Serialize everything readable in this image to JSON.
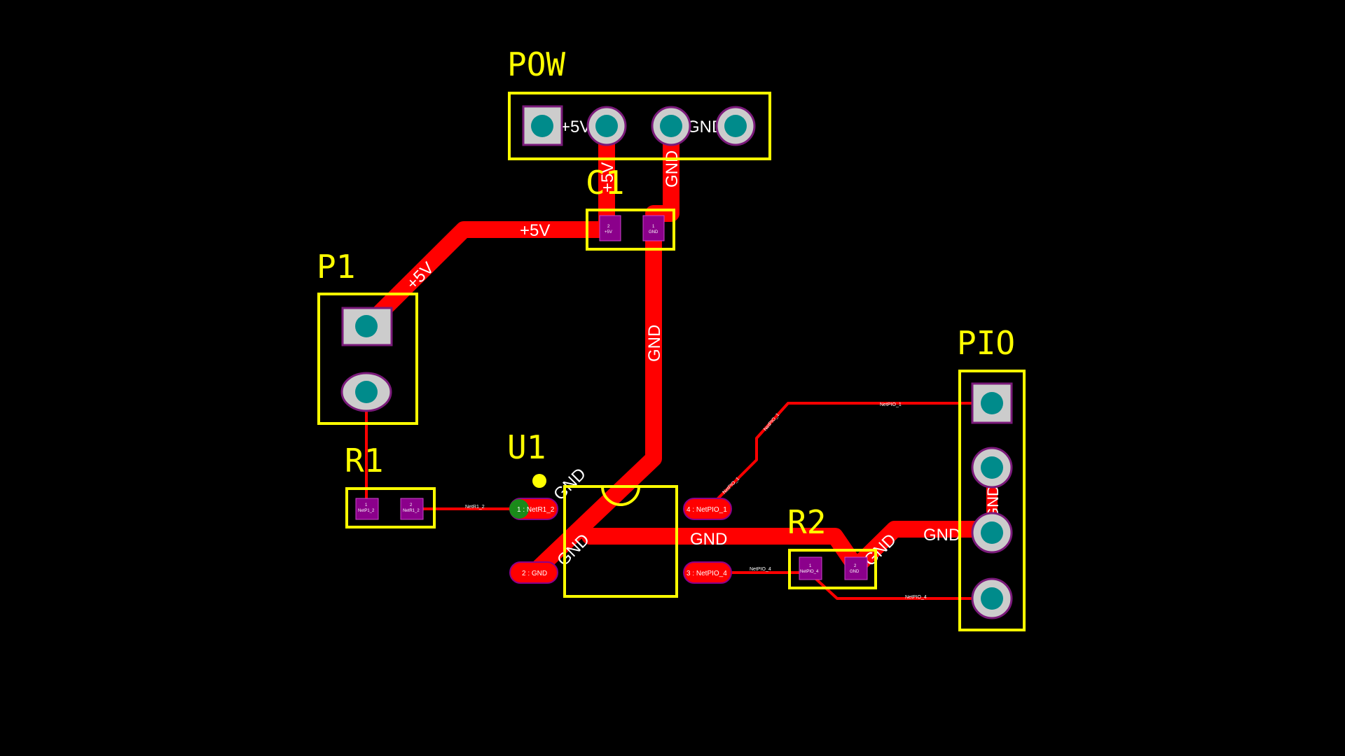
{
  "components": {
    "pow": {
      "ref": "POW"
    },
    "c1": {
      "ref": "C1",
      "pad1": "1",
      "pad1_net": "GND",
      "pad2": "2",
      "pad2_net": "+5V"
    },
    "p1": {
      "ref": "P1"
    },
    "r1": {
      "ref": "R1",
      "pad1": "1",
      "pad1_net": "NetP1_2",
      "pad2": "2",
      "pad2_net": "NetR1_2"
    },
    "u1": {
      "ref": "U1",
      "pin1": "1 : NetR1_2",
      "pin2": "2 : GND",
      "pin3": "3 : NetPIO_4",
      "pin4": "4 : NetPIO_1"
    },
    "r2": {
      "ref": "R2",
      "pad1": "1",
      "pad1_net": "NetPIO_4",
      "pad2": "2",
      "pad2_net": "GND"
    },
    "pio": {
      "ref": "PIO"
    }
  },
  "nets": {
    "plus5v": "+5V",
    "gnd": "GND",
    "netr1_2": "NetR1_2",
    "netp1_2": "NetP1_2",
    "netpio_1": "NetPIO_1",
    "netpio_4": "NetPIO_4"
  },
  "colors": {
    "background": "#000000",
    "copper": "#ff0000",
    "silkscreen": "#ffff00",
    "pad_ring": "#cccccc",
    "drill": "#008b8b"
  }
}
